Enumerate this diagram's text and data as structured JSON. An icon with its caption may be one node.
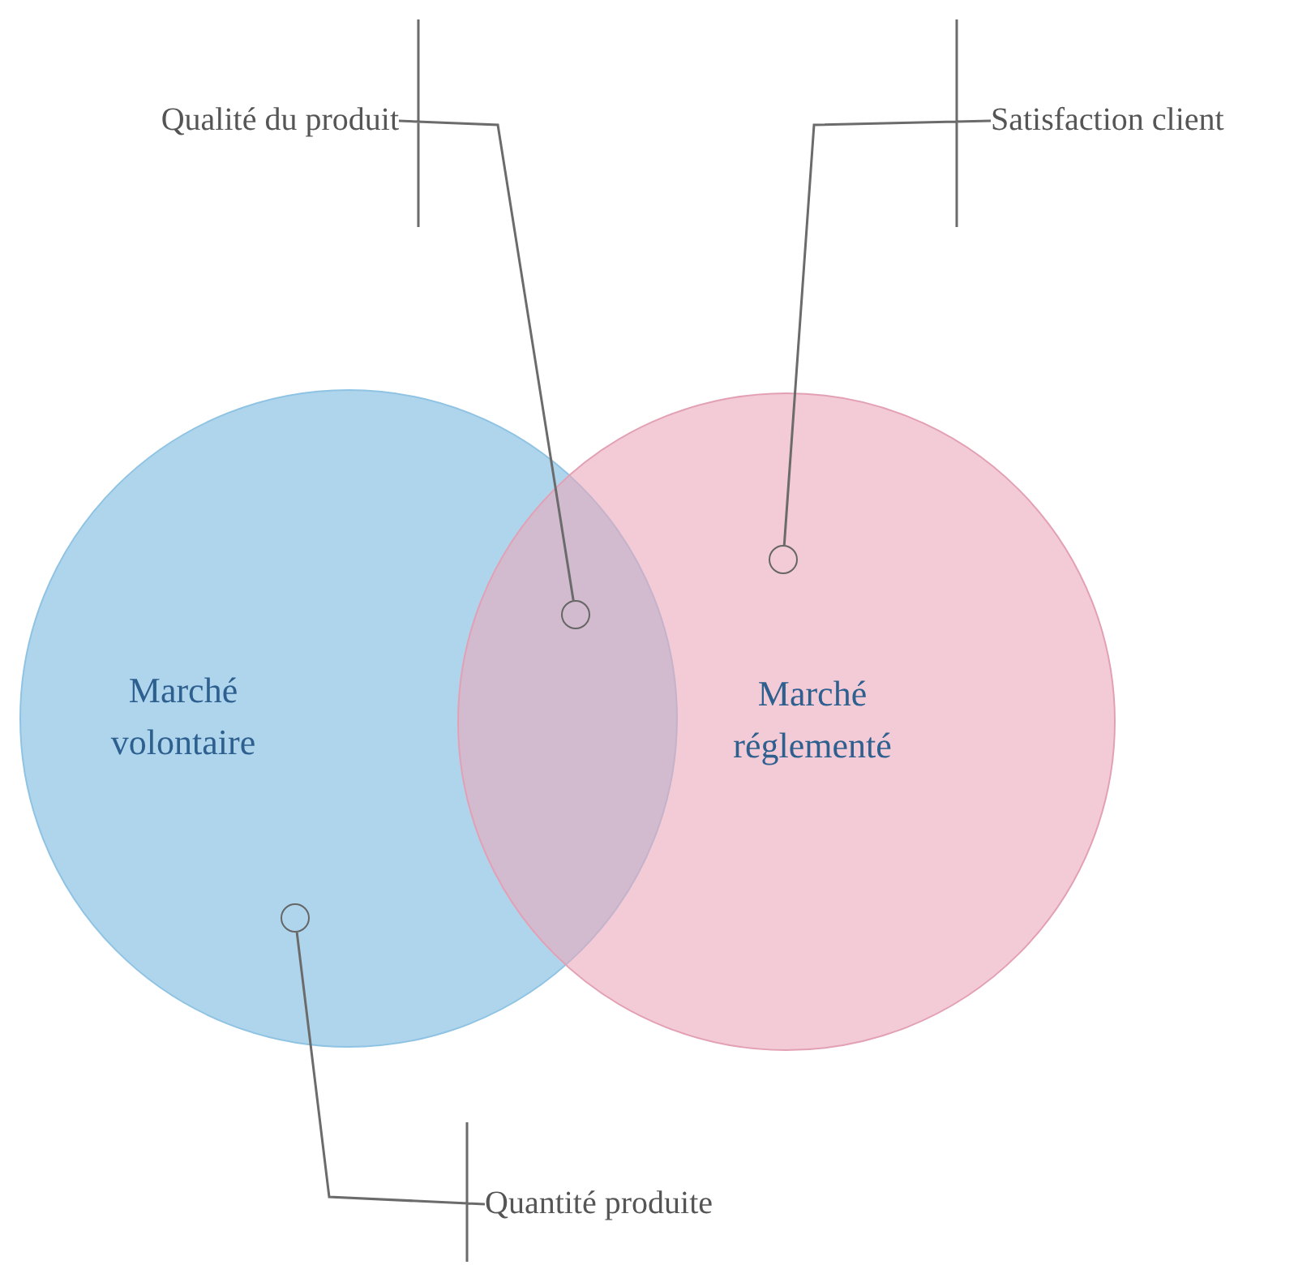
{
  "diagram": {
    "nodes": [
      {
        "text": [
          "Marché volontaire"
        ]
      },
      {
        "text": [
          "Marché réglementé"
        ]
      },
      {
        "text": [
          "Qualité du produit"
        ]
      },
      {
        "text": [],
        "shape": "circle"
      },
      {
        "text": [
          "Satisfaction client"
        ]
      },
      {
        "text": [],
        "shape": "circle",
        "in": 1
      },
      {
        "text": [
          "Quantité produite"
        ]
      },
      {
        "text": [],
        "shape": "circle",
        "in": 0
      }
    ],
    "edges": [
      {
        "from": 2,
        "to": 3,
        "arrow": "none"
      },
      {
        "from": 4,
        "to": 5,
        "arrow": "none"
      },
      {
        "from": 6,
        "to": 7,
        "arrow": "none"
      }
    ]
  }
}
